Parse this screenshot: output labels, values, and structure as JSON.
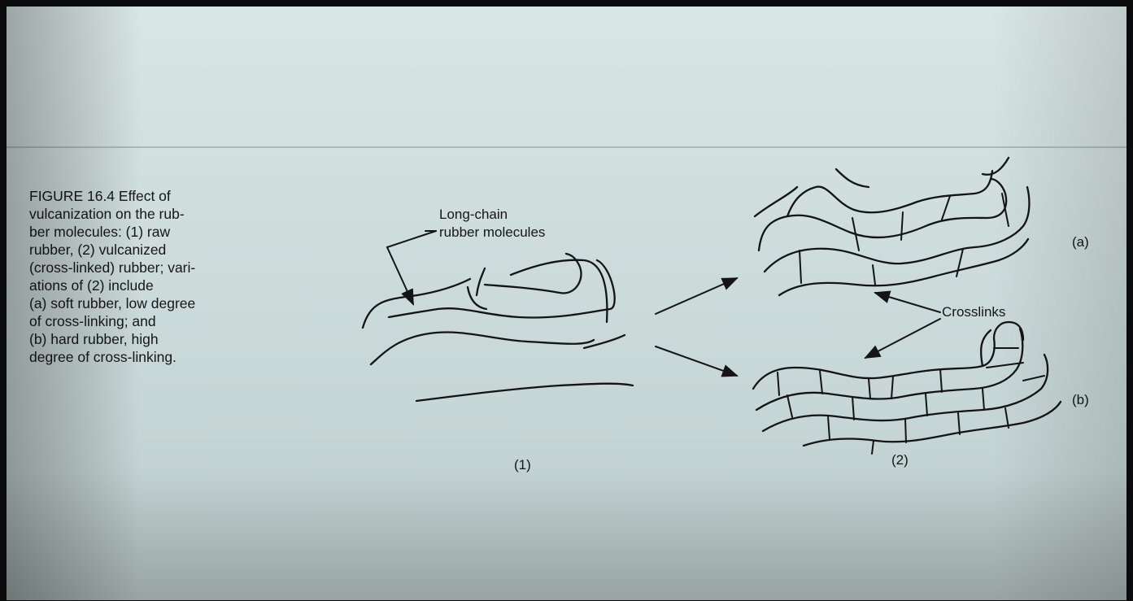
{
  "figure": {
    "caption_lines": [
      "FIGURE 16.4    Effect of",
      "vulcanization on the rub-",
      "ber molecules: (1) raw",
      "rubber, (2) vulcanized",
      "(cross-linked) rubber; vari-",
      "ations of (2) include",
      "(a) soft rubber, low degree",
      "of cross-linking; and",
      "(b) hard rubber, high",
      "degree of cross-linking."
    ],
    "labels": {
      "long_chain_line1": "Long-chain",
      "long_chain_line2": "rubber molecules",
      "crosslinks": "Crosslinks",
      "a": "(a)",
      "b": "(b)",
      "panel1": "(1)",
      "panel2": "(2)"
    }
  }
}
